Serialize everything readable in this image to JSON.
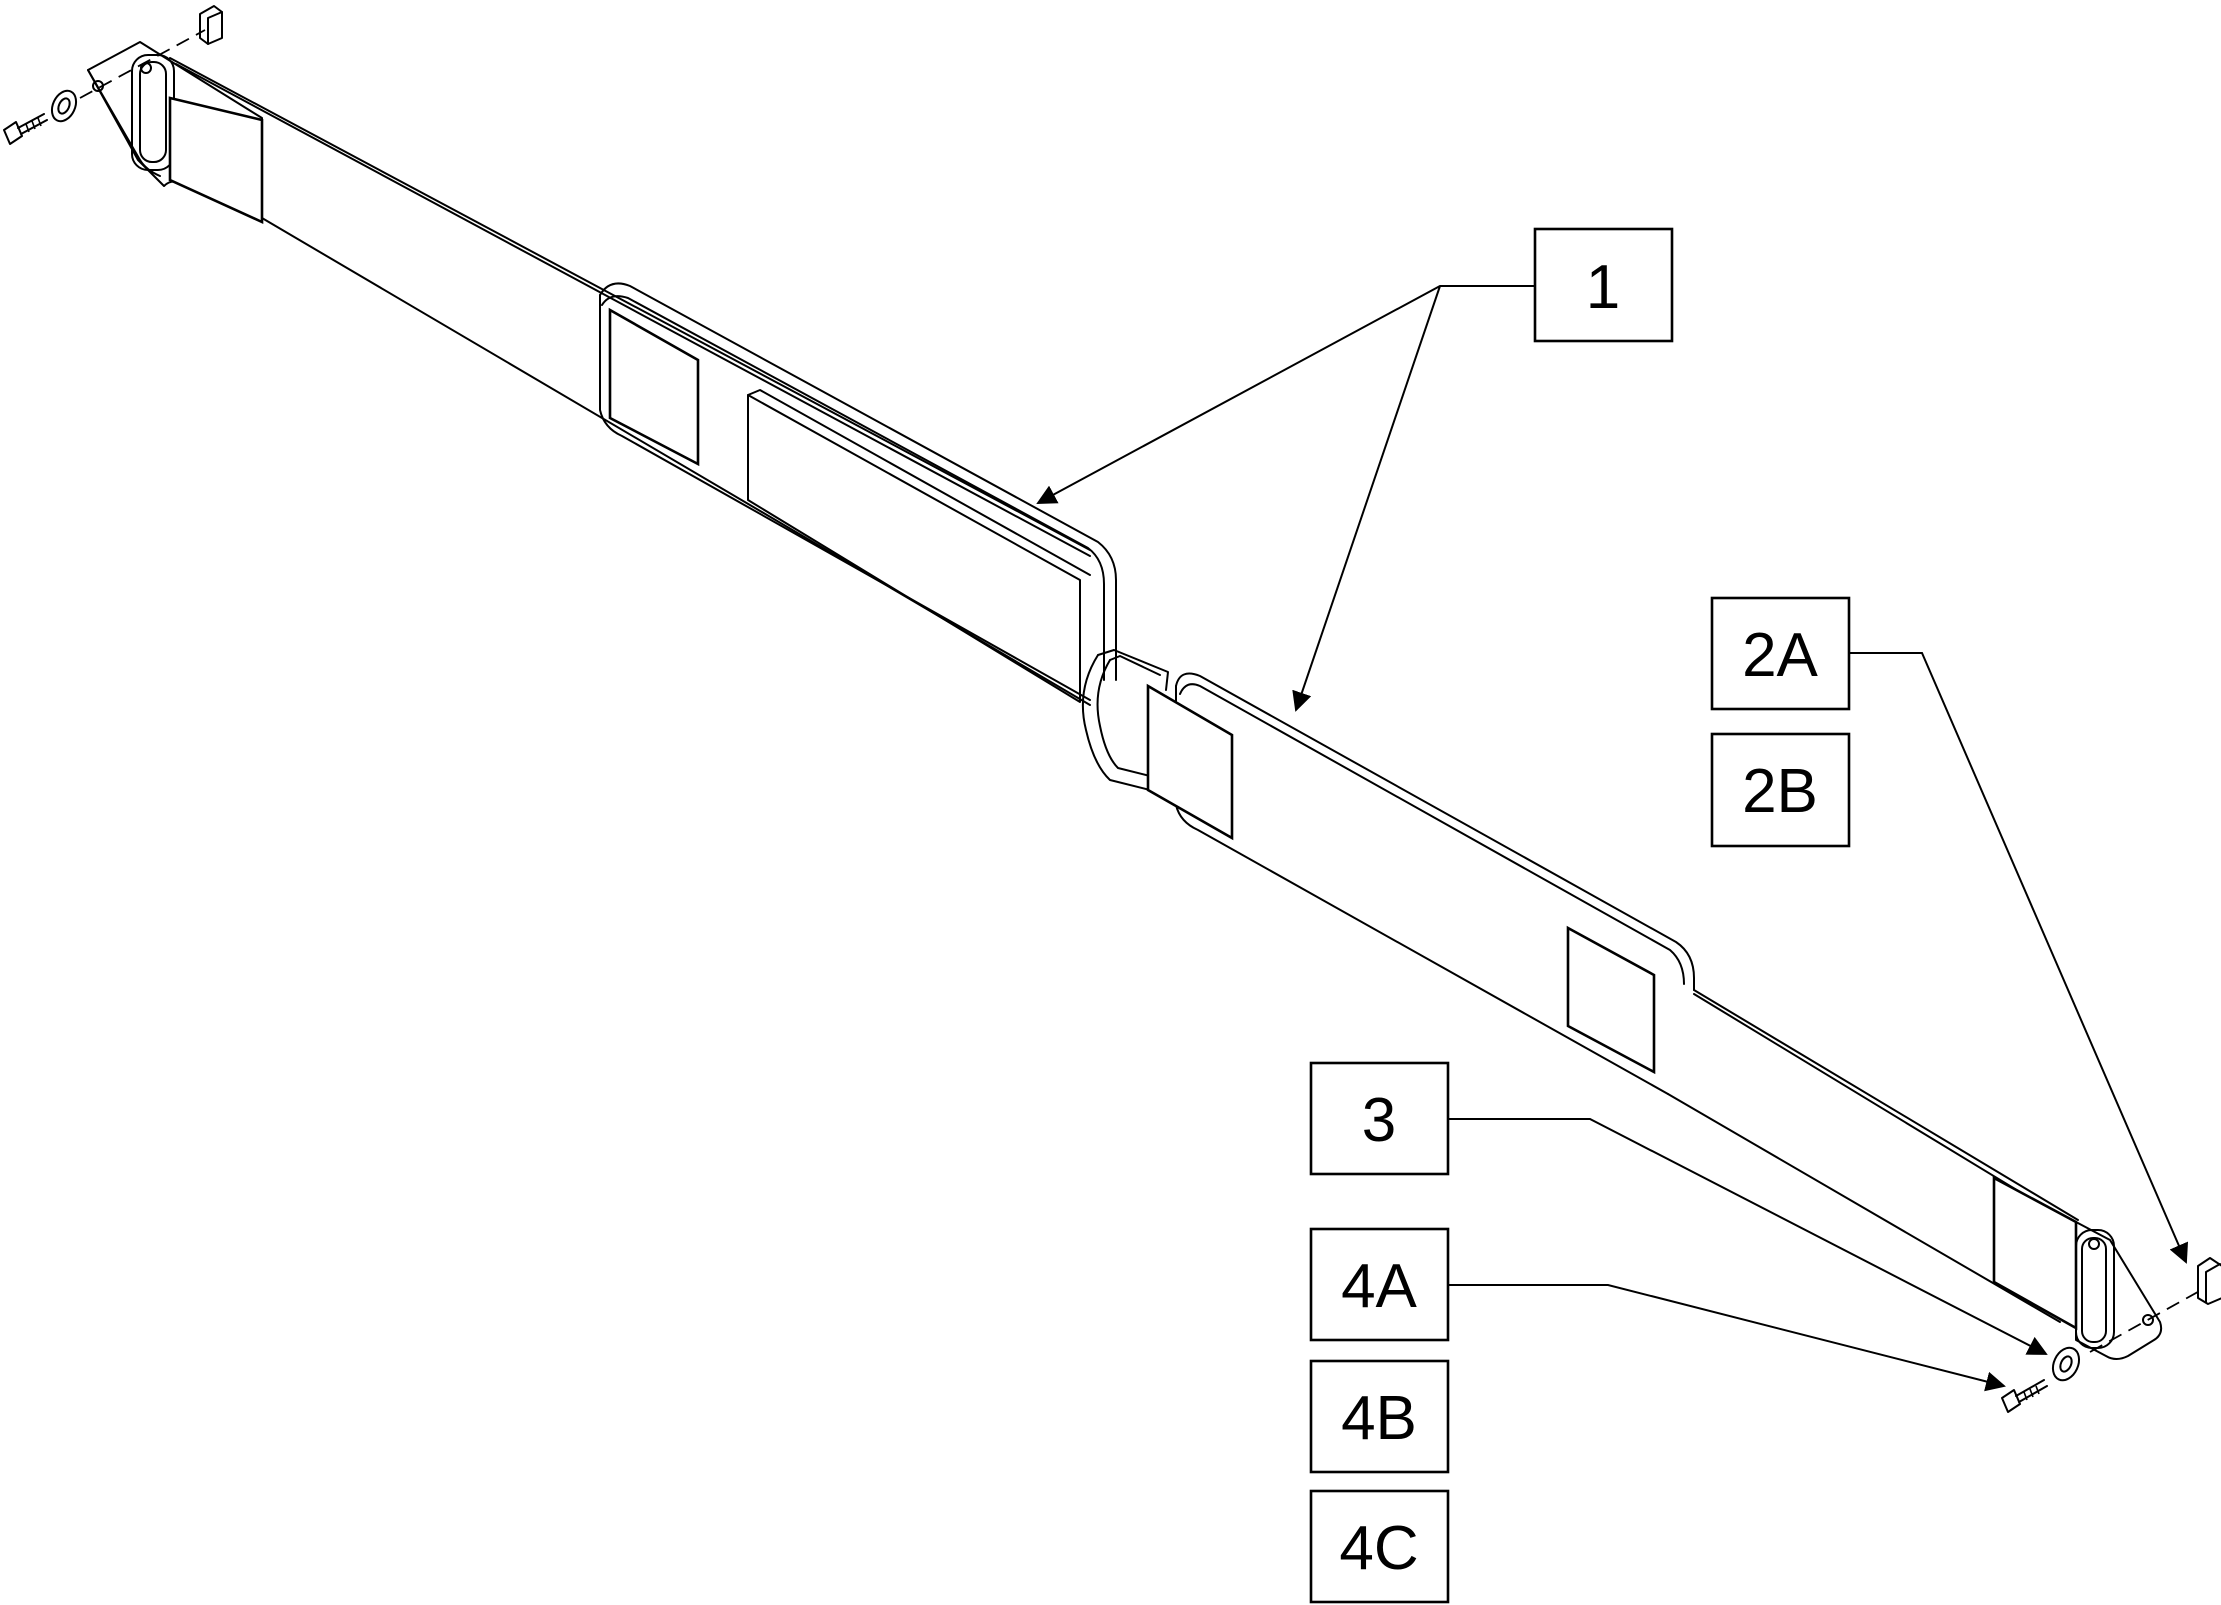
{
  "callouts": [
    {
      "id": "1",
      "label": "1"
    },
    {
      "id": "2a",
      "label": "2A"
    },
    {
      "id": "2b",
      "label": "2B"
    },
    {
      "id": "3",
      "label": "3"
    },
    {
      "id": "4a",
      "label": "4A"
    },
    {
      "id": "4b",
      "label": "4B"
    },
    {
      "id": "4c",
      "label": "4C"
    }
  ]
}
